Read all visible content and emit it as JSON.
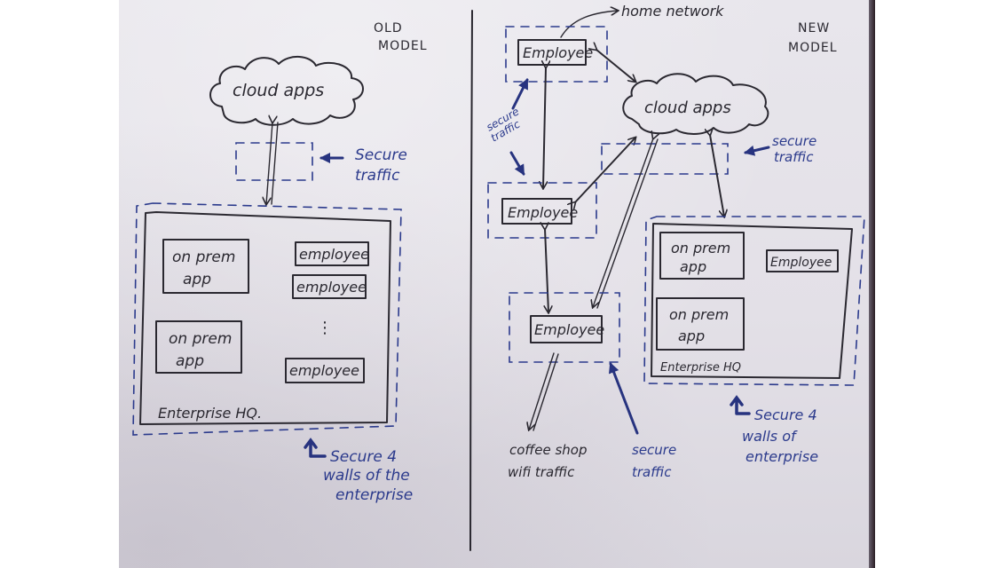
{
  "old_model": {
    "title_line1": "OLD",
    "title_line2": "MODEL",
    "cloud_label": "cloud apps",
    "secure_traffic_line1": "Secure",
    "secure_traffic_line2": "traffic",
    "enterprise": {
      "label": "Enterprise HQ.",
      "apps": [
        {
          "line1": "on prem",
          "line2": "app"
        },
        {
          "line1": "on prem",
          "line2": "app"
        }
      ],
      "employees": [
        "employee",
        "employee",
        "employee"
      ],
      "ellipsis": "⋮"
    },
    "walls_note": [
      "Secure 4",
      "walls of the",
      "enterprise"
    ]
  },
  "new_model": {
    "title_line1": "NEW",
    "title_line2": "MODEL",
    "cloud_label": "cloud apps",
    "home_network": "home network",
    "employees": [
      "Employee",
      "Employee",
      "Employee"
    ],
    "secure_traffic_side_line1": "secure",
    "secure_traffic_side_line2": "traffic",
    "secure_traffic_right_line1": "secure",
    "secure_traffic_right_line2": "traffic",
    "coffee_shop_line1": "coffee shop",
    "coffee_shop_line2": "wifi traffic",
    "secure_traffic_bottom_line1": "secure",
    "secure_traffic_bottom_line2": "traffic",
    "enterprise": {
      "label": "Enterprise HQ",
      "apps": [
        {
          "line1": "on prem",
          "line2": "app"
        },
        {
          "line1": "on prem",
          "line2": "app"
        }
      ],
      "employee": "Employee"
    },
    "walls_note": [
      "Secure 4",
      "walls of",
      "enterprise"
    ]
  },
  "colors": {
    "ink": "#2a2830",
    "blue_ink": "#2b3a8c",
    "paper": "#e4e1e8"
  }
}
